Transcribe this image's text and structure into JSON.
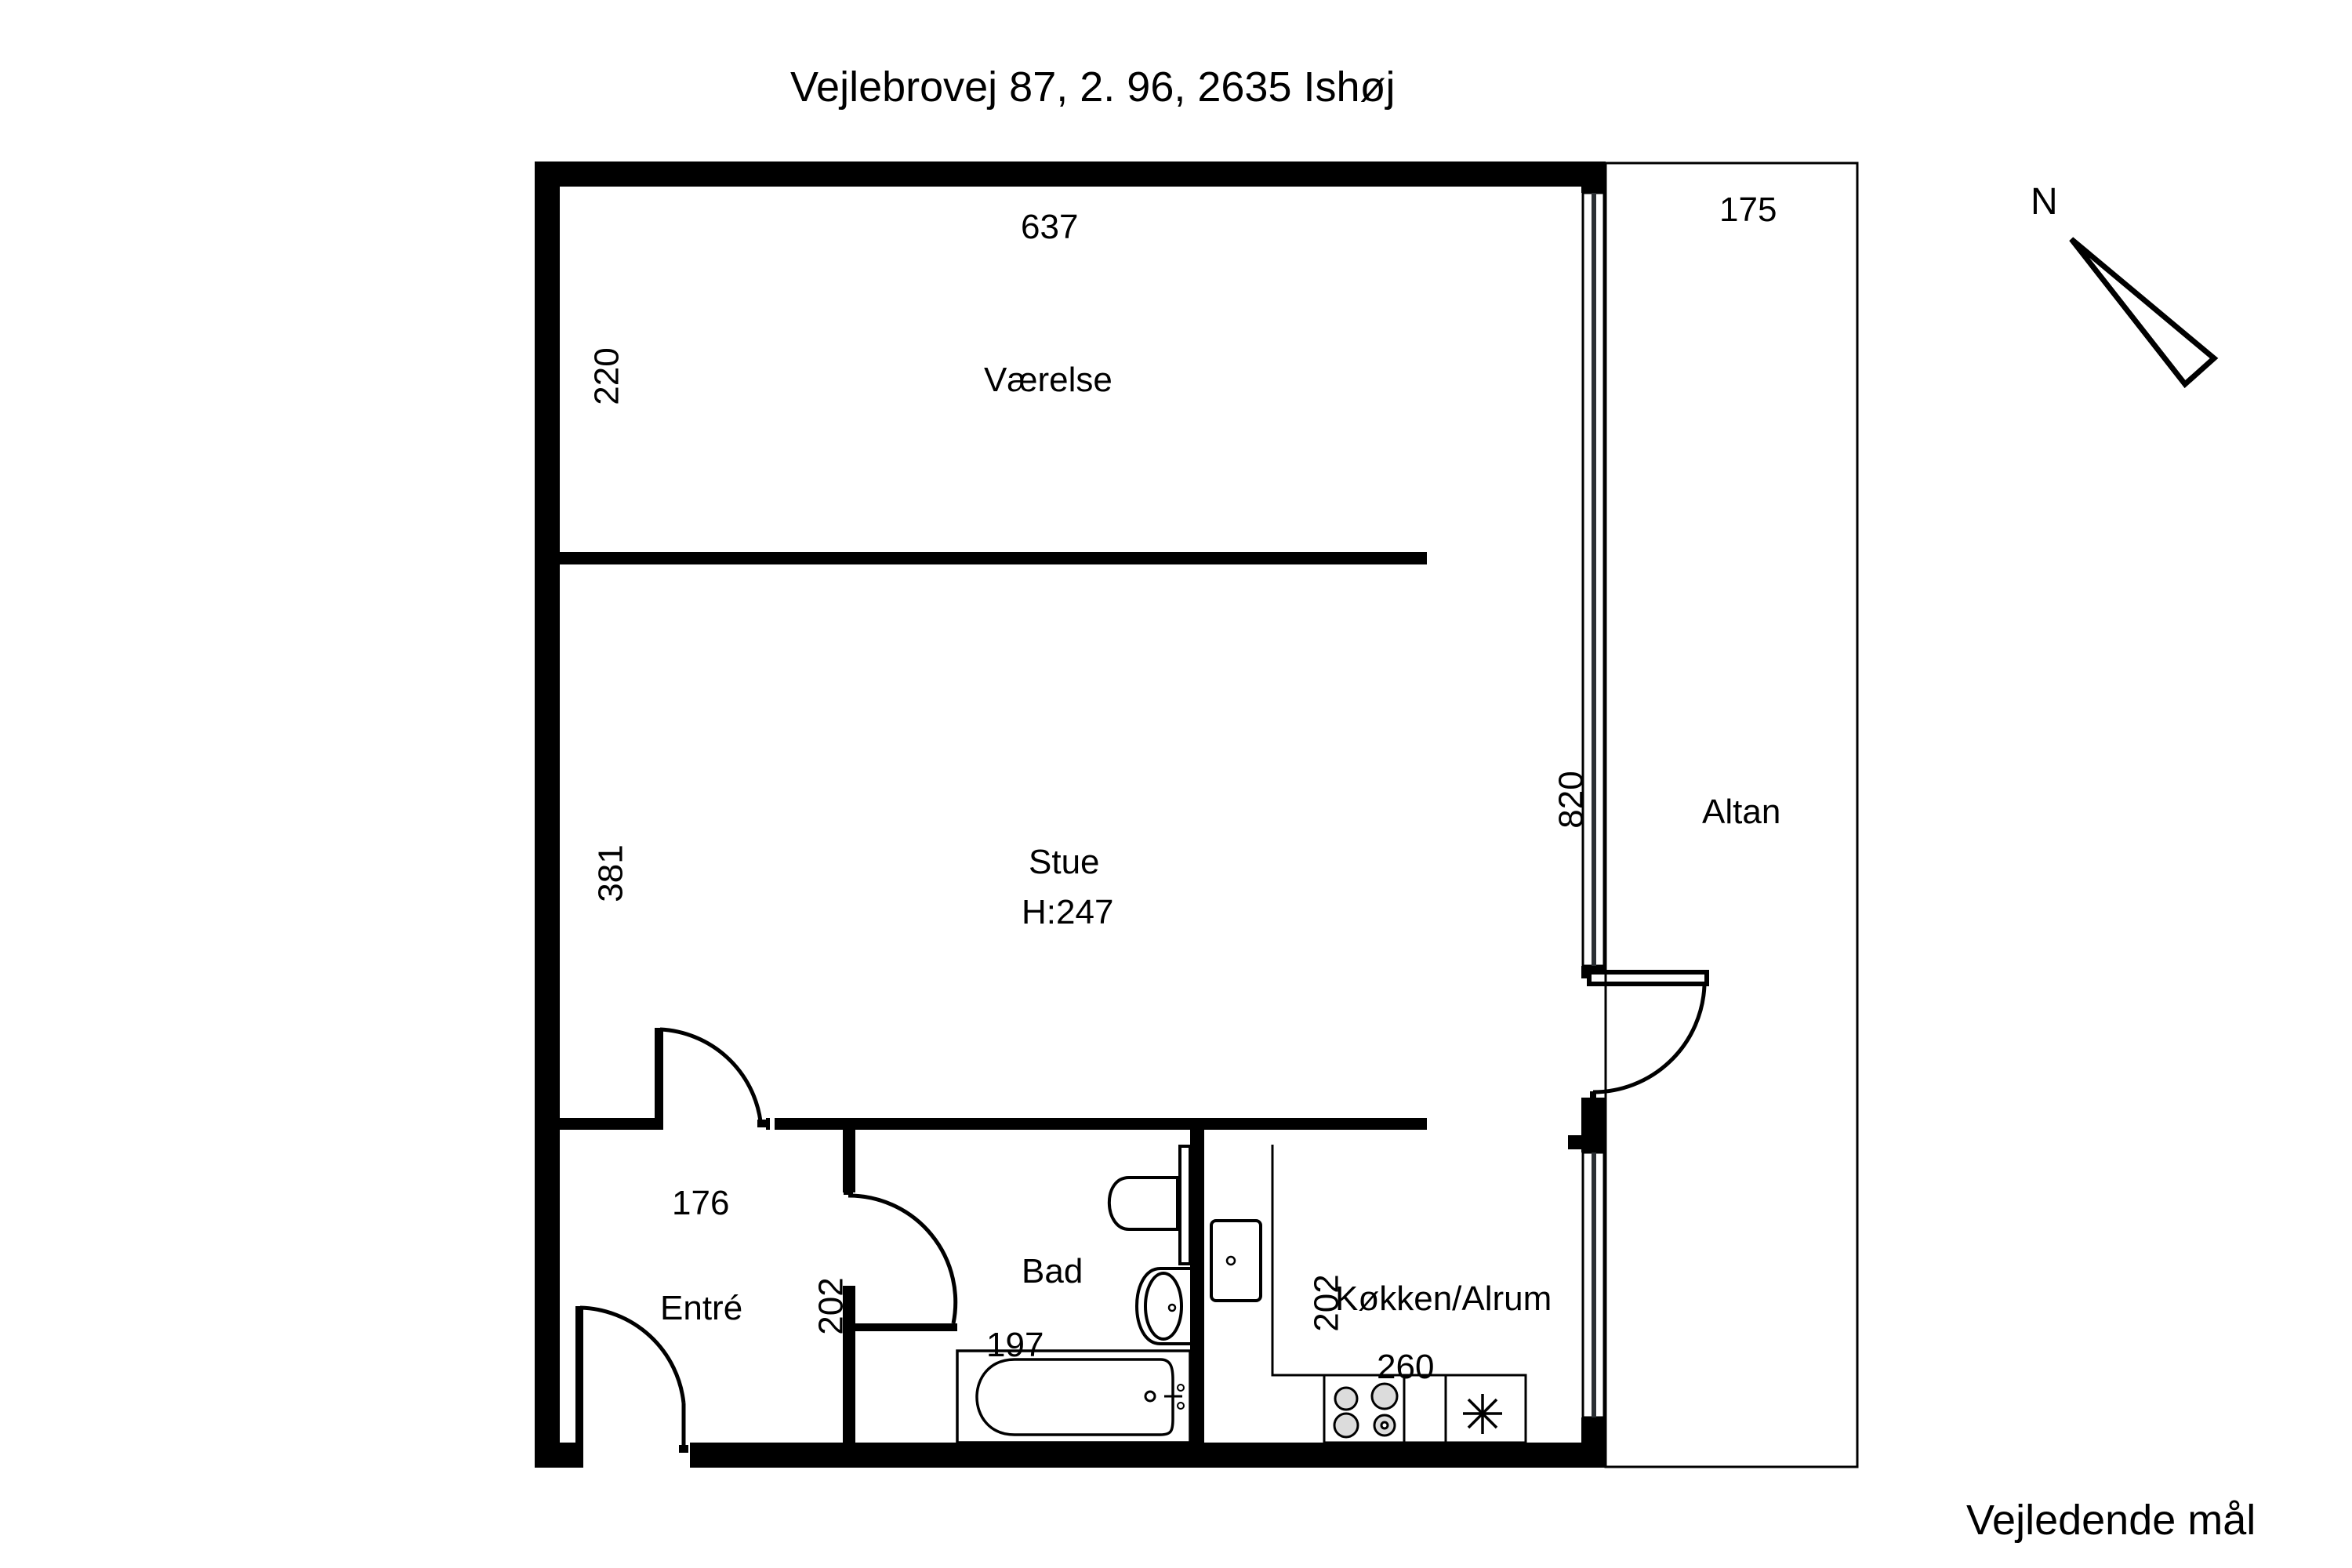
{
  "header": {
    "title": "Vejlebrovej 87, 2. 96, 2635 Ishøj"
  },
  "footer": {
    "note": "Vejledende mål"
  },
  "compass": {
    "label": "N",
    "icon": "north-arrow-icon"
  },
  "colors": {
    "wall": "#000000",
    "background": "#ffffff",
    "appliance_fill": "#dcdcdc",
    "window_line": "#2b2f33"
  },
  "rooms": {
    "vaerelse": {
      "name": "Værelse",
      "width": "637",
      "depth": "220"
    },
    "stue": {
      "name": "Stue",
      "height": "H:247",
      "depth": "381",
      "length": "820"
    },
    "altan": {
      "name": "Altan",
      "width": "175"
    },
    "entre": {
      "name": "Entré",
      "width": "176",
      "depth": "202"
    },
    "bad": {
      "name": "Bad",
      "width": "197"
    },
    "koekken": {
      "name": "Køkken/Alrum",
      "width": "260",
      "depth": "202"
    }
  }
}
